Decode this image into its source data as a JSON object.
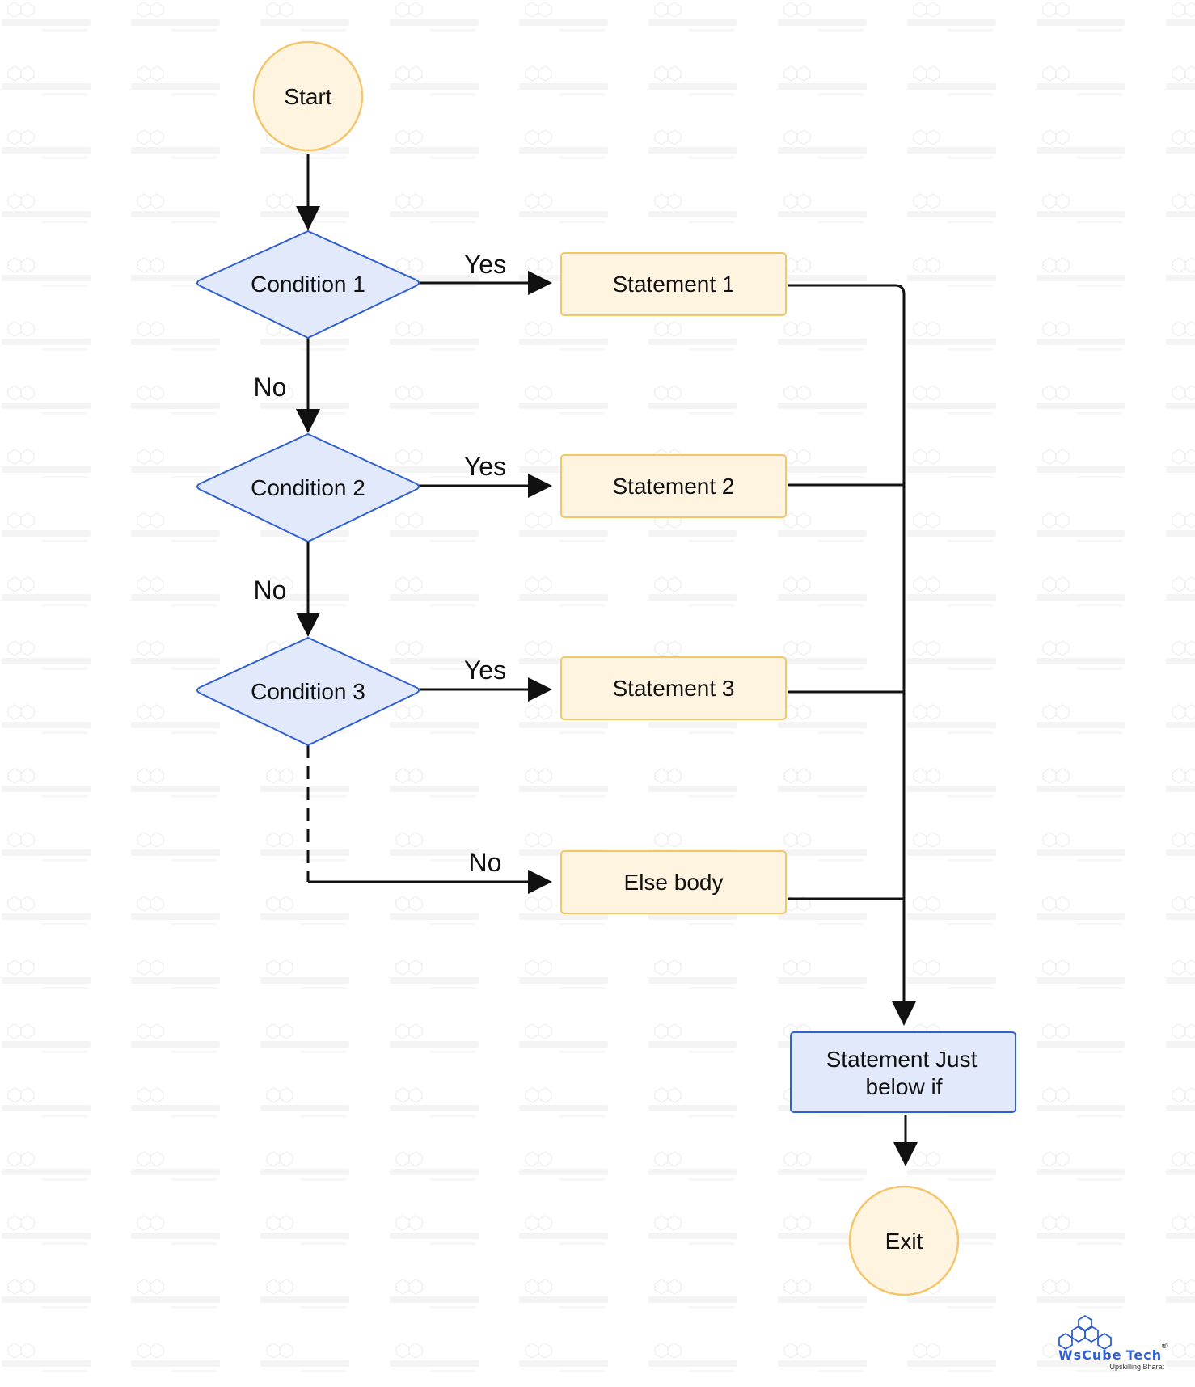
{
  "diagram": {
    "start": "Start",
    "exit": "Exit",
    "condition_1": "Condition 1",
    "condition_2": "Condition 2",
    "condition_3": "Condition 3",
    "statement_1": "Statement 1",
    "statement_2": "Statement 2",
    "statement_3": "Statement 3",
    "else_body": "Else body",
    "after_if_line1": "Statement Just",
    "after_if_line2": "below if",
    "edge_labels": {
      "yes_1": "Yes",
      "yes_2": "Yes",
      "yes_3": "Yes",
      "no_1": "No",
      "no_2": "No",
      "no_3": "No"
    }
  },
  "colors": {
    "terminal_fill": "#fff4e0",
    "terminal_stroke": "#f4c66c",
    "decision_fill": "#e2e9fb",
    "decision_stroke": "#2f5fd0",
    "statement_fill": "#fff4e0",
    "statement_stroke": "#f4c66c",
    "after_if_fill": "#e2e9fb",
    "after_if_stroke": "#2f5fd0",
    "logo_blue": "#2f5fd0",
    "watermark": "#cfcfcf"
  },
  "logo": {
    "brand_part1": "WsCube",
    "brand_part2": "Tech",
    "registered": "®",
    "tagline": "Upskilling Bharat"
  }
}
